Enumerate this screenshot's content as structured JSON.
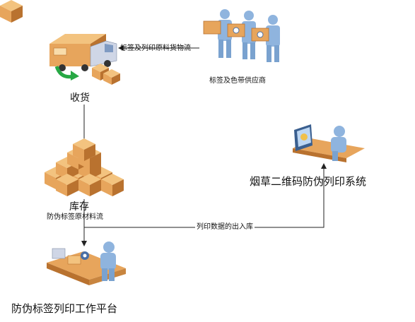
{
  "labels": {
    "material_flow": "标签及列印原料货物流",
    "supplier": "标签及色带供应商",
    "receiving": "收货",
    "inventory": "库存",
    "anti_fake_material_flow": "防伪标签原材料流",
    "print_data_flow": "列印数据的出入库",
    "qr_system": "烟草二维码防伪列印系统",
    "print_platform": "防伪标签列印工作平台"
  },
  "icons": {
    "truck": "delivery-truck-icon",
    "workers": "supplier-workers-icon",
    "boxes": "box-stack-icon",
    "computer": "computer-operator-icon",
    "workbench": "print-workbench-icon"
  },
  "colors": {
    "box": "#e7a55c",
    "box_dark": "#b9722f",
    "truck_cab": "#cfd6e6",
    "green_arrow": "#27a844",
    "person": "#8fb4de",
    "line": "#222222"
  }
}
